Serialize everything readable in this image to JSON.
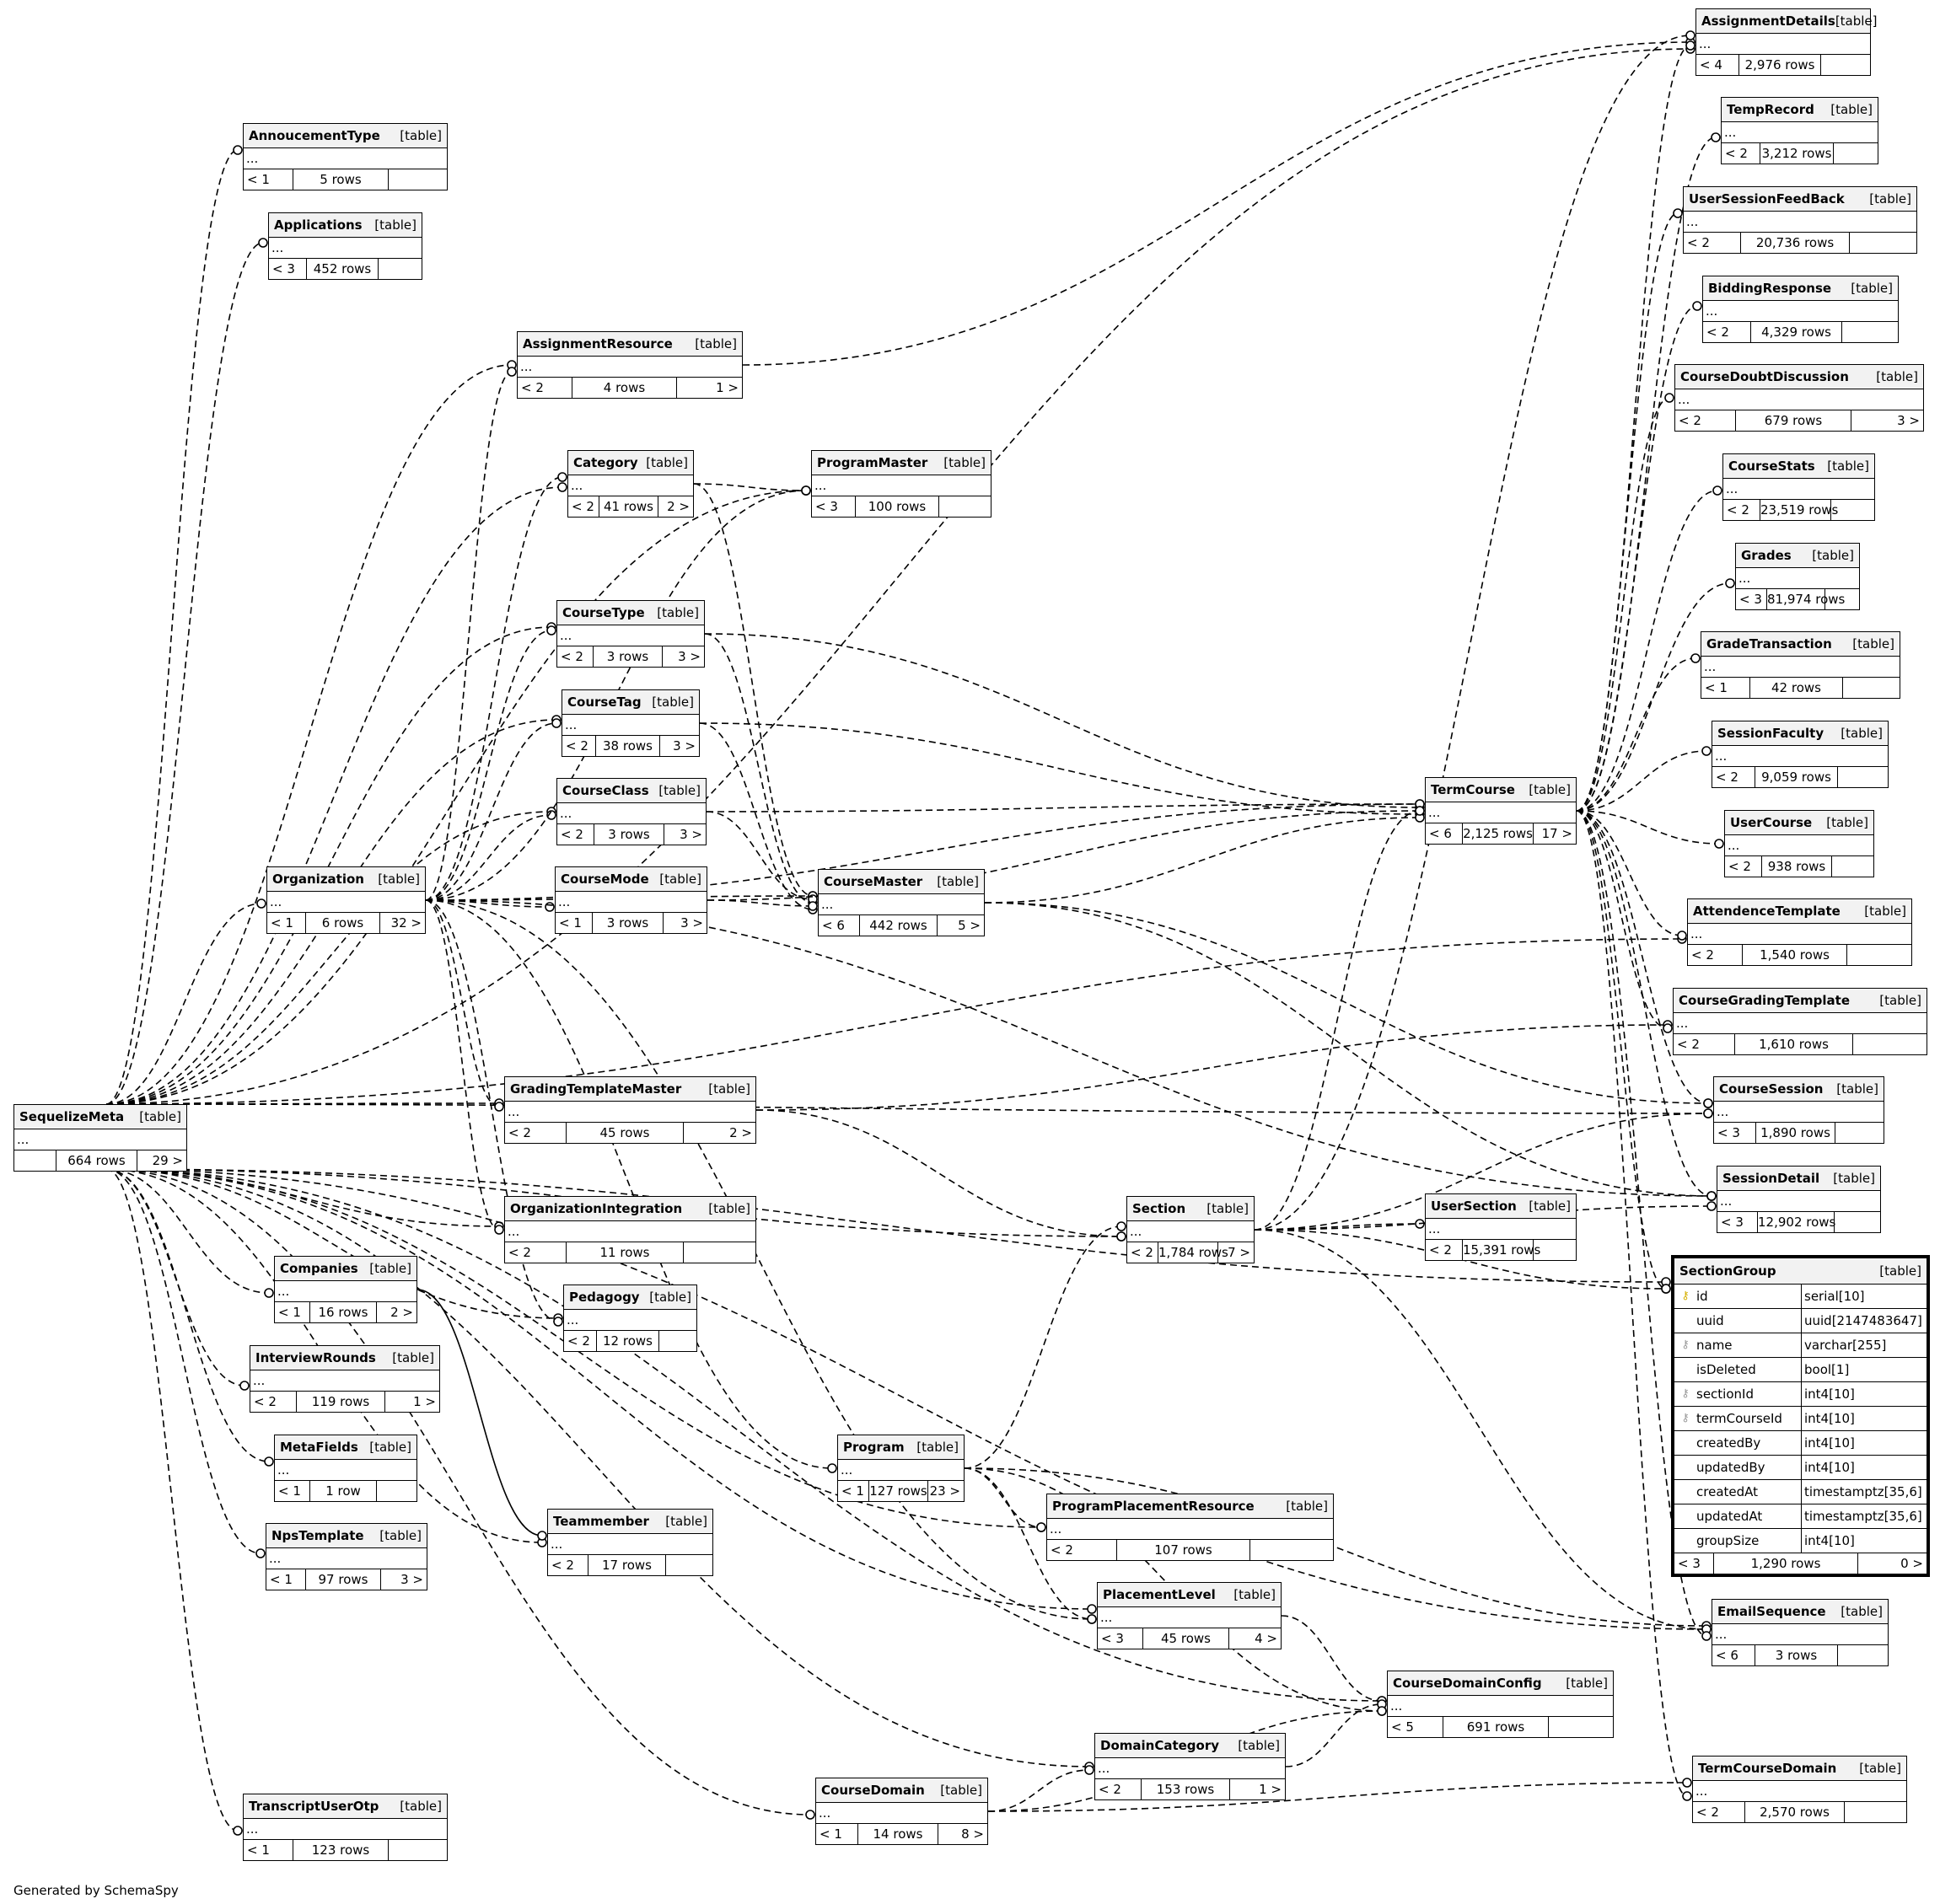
{
  "footer_text": "Generated by SchemaSpy",
  "table_tag": "[table]",
  "ellipsis": "...",
  "tables": {
    "AnnoucementType": {
      "parents": "< 1",
      "rows": "5 rows",
      "children": ""
    },
    "Applications": {
      "parents": "< 3",
      "rows": "452 rows",
      "children": ""
    },
    "AssignmentResource": {
      "parents": "< 2",
      "rows": "4 rows",
      "children": "1 >"
    },
    "Category": {
      "parents": "< 2",
      "rows": "41 rows",
      "children": "2 >"
    },
    "ProgramMaster": {
      "parents": "< 3",
      "rows": "100 rows",
      "children": ""
    },
    "CourseType": {
      "parents": "< 2",
      "rows": "3 rows",
      "children": "3 >"
    },
    "CourseTag": {
      "parents": "< 2",
      "rows": "38 rows",
      "children": "3 >"
    },
    "CourseClass": {
      "parents": "< 2",
      "rows": "3 rows",
      "children": "3 >"
    },
    "CourseMode": {
      "parents": "< 1",
      "rows": "3 rows",
      "children": "3 >"
    },
    "Organization": {
      "parents": "< 1",
      "rows": "6 rows",
      "children": "32 >"
    },
    "CourseMaster": {
      "parents": "< 6",
      "rows": "442 rows",
      "children": "5 >"
    },
    "SequelizeMeta": {
      "parents": "",
      "rows": "664 rows",
      "children": "29 >"
    },
    "GradingTemplateMaster": {
      "parents": "< 2",
      "rows": "45 rows",
      "children": "2 >"
    },
    "OrganizationIntegration": {
      "parents": "< 2",
      "rows": "11 rows",
      "children": ""
    },
    "Companies": {
      "parents": "< 1",
      "rows": "16 rows",
      "children": "2 >"
    },
    "Pedagogy": {
      "parents": "< 2",
      "rows": "12 rows",
      "children": ""
    },
    "InterviewRounds": {
      "parents": "< 2",
      "rows": "119 rows",
      "children": "1 >"
    },
    "MetaFields": {
      "parents": "< 1",
      "rows": "1 row",
      "children": ""
    },
    "NpsTemplate": {
      "parents": "< 1",
      "rows": "97 rows",
      "children": "3 >"
    },
    "Teammember": {
      "parents": "< 2",
      "rows": "17 rows",
      "children": ""
    },
    "TranscriptUserOtp": {
      "parents": "< 1",
      "rows": "123 rows",
      "children": ""
    },
    "Section": {
      "parents": "< 2",
      "rows": "1,784 rows",
      "children": "7 >"
    },
    "Program": {
      "parents": "< 1",
      "rows": "127 rows",
      "children": "23 >"
    },
    "ProgramPlacementResource": {
      "parents": "< 2",
      "rows": "107 rows",
      "children": ""
    },
    "PlacementLevel": {
      "parents": "< 3",
      "rows": "45 rows",
      "children": "4 >"
    },
    "DomainCategory": {
      "parents": "< 2",
      "rows": "153 rows",
      "children": "1 >"
    },
    "CourseDomain": {
      "parents": "< 1",
      "rows": "14 rows",
      "children": "8 >"
    },
    "CourseDomainConfig": {
      "parents": "< 5",
      "rows": "691 rows",
      "children": ""
    },
    "TermCourse": {
      "parents": "< 6",
      "rows": "2,125 rows",
      "children": "17 >"
    },
    "UserSection": {
      "parents": "< 2",
      "rows": "15,391 rows",
      "children": ""
    },
    "AssignmentDetails": {
      "parents": "< 4",
      "rows": "2,976 rows",
      "children": ""
    },
    "TempRecord": {
      "parents": "< 2",
      "rows": "3,212 rows",
      "children": ""
    },
    "UserSessionFeedBack": {
      "parents": "< 2",
      "rows": "20,736 rows",
      "children": ""
    },
    "BiddingResponse": {
      "parents": "< 2",
      "rows": "4,329 rows",
      "children": ""
    },
    "CourseDoubtDiscussion": {
      "parents": "< 2",
      "rows": "679 rows",
      "children": "3 >"
    },
    "CourseStats": {
      "parents": "< 2",
      "rows": "23,519 rows",
      "children": ""
    },
    "Grades": {
      "parents": "< 3",
      "rows": "81,974 rows",
      "children": ""
    },
    "GradeTransaction": {
      "parents": "< 1",
      "rows": "42 rows",
      "children": ""
    },
    "SessionFaculty": {
      "parents": "< 2",
      "rows": "9,059 rows",
      "children": ""
    },
    "UserCourse": {
      "parents": "< 2",
      "rows": "938 rows",
      "children": ""
    },
    "AttendenceTemplate": {
      "parents": "< 2",
      "rows": "1,540 rows",
      "children": ""
    },
    "CourseGradingTemplate": {
      "parents": "< 2",
      "rows": "1,610 rows",
      "children": ""
    },
    "CourseSession": {
      "parents": "< 3",
      "rows": "1,890 rows",
      "children": ""
    },
    "SessionDetail": {
      "parents": "< 3",
      "rows": "12,902 rows",
      "children": ""
    },
    "EmailSequence": {
      "parents": "< 6",
      "rows": "3 rows",
      "children": ""
    },
    "TermCourseDomain": {
      "parents": "< 2",
      "rows": "2,570 rows",
      "children": ""
    }
  },
  "focus_table": {
    "name": "SectionGroup",
    "tag": "[table]",
    "columns": [
      {
        "name": "id",
        "type": "serial[10]",
        "key": "pk"
      },
      {
        "name": "uuid",
        "type": "uuid[2147483647]",
        "key": ""
      },
      {
        "name": "name",
        "type": "varchar[255]",
        "key": "fk"
      },
      {
        "name": "isDeleted",
        "type": "bool[1]",
        "key": ""
      },
      {
        "name": "sectionId",
        "type": "int4[10]",
        "key": "fk"
      },
      {
        "name": "termCourseId",
        "type": "int4[10]",
        "key": "fk"
      },
      {
        "name": "createdBy",
        "type": "int4[10]",
        "key": ""
      },
      {
        "name": "updatedBy",
        "type": "int4[10]",
        "key": ""
      },
      {
        "name": "createdAt",
        "type": "timestamptz[35,6]",
        "key": ""
      },
      {
        "name": "updatedAt",
        "type": "timestamptz[35,6]",
        "key": ""
      },
      {
        "name": "groupSize",
        "type": "int4[10]",
        "key": ""
      }
    ],
    "parents": "< 3",
    "rows": "1,290 rows",
    "children": "0 >"
  },
  "relationships": [
    [
      "SequelizeMeta",
      "AnnoucementType"
    ],
    [
      "SequelizeMeta",
      "Applications"
    ],
    [
      "SequelizeMeta",
      "AssignmentResource"
    ],
    [
      "SequelizeMeta",
      "Category"
    ],
    [
      "SequelizeMeta",
      "ProgramMaster"
    ],
    [
      "SequelizeMeta",
      "CourseType"
    ],
    [
      "SequelizeMeta",
      "CourseTag"
    ],
    [
      "SequelizeMeta",
      "CourseClass"
    ],
    [
      "SequelizeMeta",
      "Organization"
    ],
    [
      "SequelizeMeta",
      "AssignmentDetails"
    ],
    [
      "SequelizeMeta",
      "GradingTemplateMaster"
    ],
    [
      "SequelizeMeta",
      "OrganizationIntegration"
    ],
    [
      "SequelizeMeta",
      "Pedagogy"
    ],
    [
      "SequelizeMeta",
      "Companies"
    ],
    [
      "SequelizeMeta",
      "InterviewRounds"
    ],
    [
      "SequelizeMeta",
      "MetaFields"
    ],
    [
      "SequelizeMeta",
      "NpsTemplate"
    ],
    [
      "SequelizeMeta",
      "Teammember"
    ],
    [
      "SequelizeMeta",
      "TranscriptUserOtp"
    ],
    [
      "SequelizeMeta",
      "Section"
    ],
    [
      "SequelizeMeta",
      "PlacementLevel"
    ],
    [
      "SequelizeMeta",
      "CourseDomainConfig"
    ],
    [
      "SequelizeMeta",
      "DomainCategory"
    ],
    [
      "SequelizeMeta",
      "CourseDomain"
    ],
    [
      "SequelizeMeta",
      "AttendenceTemplate"
    ],
    [
      "SequelizeMeta",
      "SectionGroup"
    ],
    [
      "SequelizeMeta",
      "EmailSequence"
    ],
    [
      "SequelizeMeta",
      "ProgramPlacementResource"
    ],
    [
      "SequelizeMeta",
      "CourseSession"
    ],
    [
      "Organization",
      "AssignmentResource"
    ],
    [
      "Organization",
      "Category"
    ],
    [
      "Organization",
      "CourseType"
    ],
    [
      "Organization",
      "CourseTag"
    ],
    [
      "Organization",
      "CourseClass"
    ],
    [
      "Organization",
      "CourseMode"
    ],
    [
      "Organization",
      "CourseMaster"
    ],
    [
      "Organization",
      "GradingTemplateMaster"
    ],
    [
      "Organization",
      "OrganizationIntegration"
    ],
    [
      "Organization",
      "Pedagogy"
    ],
    [
      "Organization",
      "ProgramMaster"
    ],
    [
      "Organization",
      "TermCourse"
    ],
    [
      "Organization",
      "SessionDetail"
    ],
    [
      "Organization",
      "Program"
    ],
    [
      "Organization",
      "PlacementLevel"
    ],
    [
      "Category",
      "ProgramMaster"
    ],
    [
      "Category",
      "CourseMaster"
    ],
    [
      "CourseType",
      "TermCourse"
    ],
    [
      "CourseType",
      "CourseMaster"
    ],
    [
      "CourseTag",
      "TermCourse"
    ],
    [
      "CourseTag",
      "CourseMaster"
    ],
    [
      "CourseClass",
      "TermCourse"
    ],
    [
      "CourseClass",
      "CourseMaster"
    ],
    [
      "CourseMode",
      "TermCourse"
    ],
    [
      "CourseMode",
      "CourseMaster"
    ],
    [
      "CourseMaster",
      "TermCourse"
    ],
    [
      "CourseMaster",
      "CourseSession"
    ],
    [
      "CourseMaster",
      "SessionDetail"
    ],
    [
      "AssignmentResource",
      "AssignmentDetails"
    ],
    [
      "GradingTemplateMaster",
      "CourseGradingTemplate"
    ],
    [
      "GradingTemplateMaster",
      "Section"
    ],
    [
      "Companies",
      "Teammember"
    ],
    [
      "Program",
      "Section"
    ],
    [
      "Program",
      "ProgramPlacementResource"
    ],
    [
      "Program",
      "PlacementLevel"
    ],
    [
      "Program",
      "CourseDomainConfig"
    ],
    [
      "Program",
      "EmailSequence"
    ],
    [
      "PlacementLevel",
      "CourseDomainConfig"
    ],
    [
      "DomainCategory",
      "CourseDomainConfig"
    ],
    [
      "CourseDomain",
      "DomainCategory"
    ],
    [
      "CourseDomain",
      "CourseDomainConfig"
    ],
    [
      "CourseDomain",
      "TermCourseDomain"
    ],
    [
      "Section",
      "UserSection"
    ],
    [
      "Section",
      "SectionGroup"
    ],
    [
      "Section",
      "CourseSession"
    ],
    [
      "Section",
      "SessionDetail"
    ],
    [
      "Section",
      "AssignmentDetails"
    ],
    [
      "Section",
      "EmailSequence"
    ],
    [
      "Section",
      "TermCourse"
    ],
    [
      "TermCourse",
      "AssignmentDetails"
    ],
    [
      "TermCourse",
      "TempRecord"
    ],
    [
      "TermCourse",
      "UserSessionFeedBack"
    ],
    [
      "TermCourse",
      "BiddingResponse"
    ],
    [
      "TermCourse",
      "CourseDoubtDiscussion"
    ],
    [
      "TermCourse",
      "CourseStats"
    ],
    [
      "TermCourse",
      "Grades"
    ],
    [
      "TermCourse",
      "GradeTransaction"
    ],
    [
      "TermCourse",
      "SessionFaculty"
    ],
    [
      "TermCourse",
      "UserCourse"
    ],
    [
      "TermCourse",
      "AttendenceTemplate"
    ],
    [
      "TermCourse",
      "CourseGradingTemplate"
    ],
    [
      "TermCourse",
      "CourseSession"
    ],
    [
      "TermCourse",
      "SessionDetail"
    ],
    [
      "TermCourse",
      "SectionGroup"
    ],
    [
      "TermCourse",
      "EmailSequence"
    ],
    [
      "TermCourse",
      "TermCourseDomain"
    ]
  ]
}
